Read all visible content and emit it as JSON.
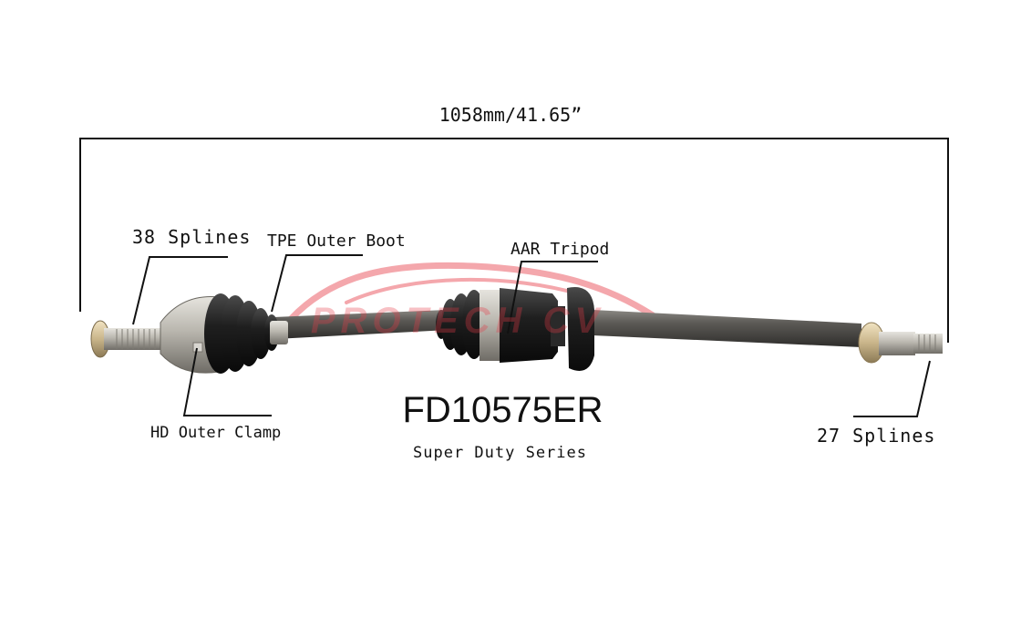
{
  "dimension": "1058mm/41.65”",
  "callouts": {
    "outer_splines": "38 Splines",
    "outer_boot": "TPE Outer Boot",
    "tripod": "AAR Tripod",
    "outer_clamp": "HD Outer Clamp",
    "inner_splines": "27 Splines"
  },
  "product": {
    "part_number": "FD10575ER",
    "series": "Super Duty Series"
  },
  "watermark": {
    "text": "PROTECH CV",
    "color": "#e63c46"
  },
  "colors": {
    "boot": "#1c1c1c",
    "shaft": "#55534f",
    "metal": "#b9b6ae",
    "line": "#111111"
  },
  "icons": [
    "car-silhouette-logo"
  ]
}
